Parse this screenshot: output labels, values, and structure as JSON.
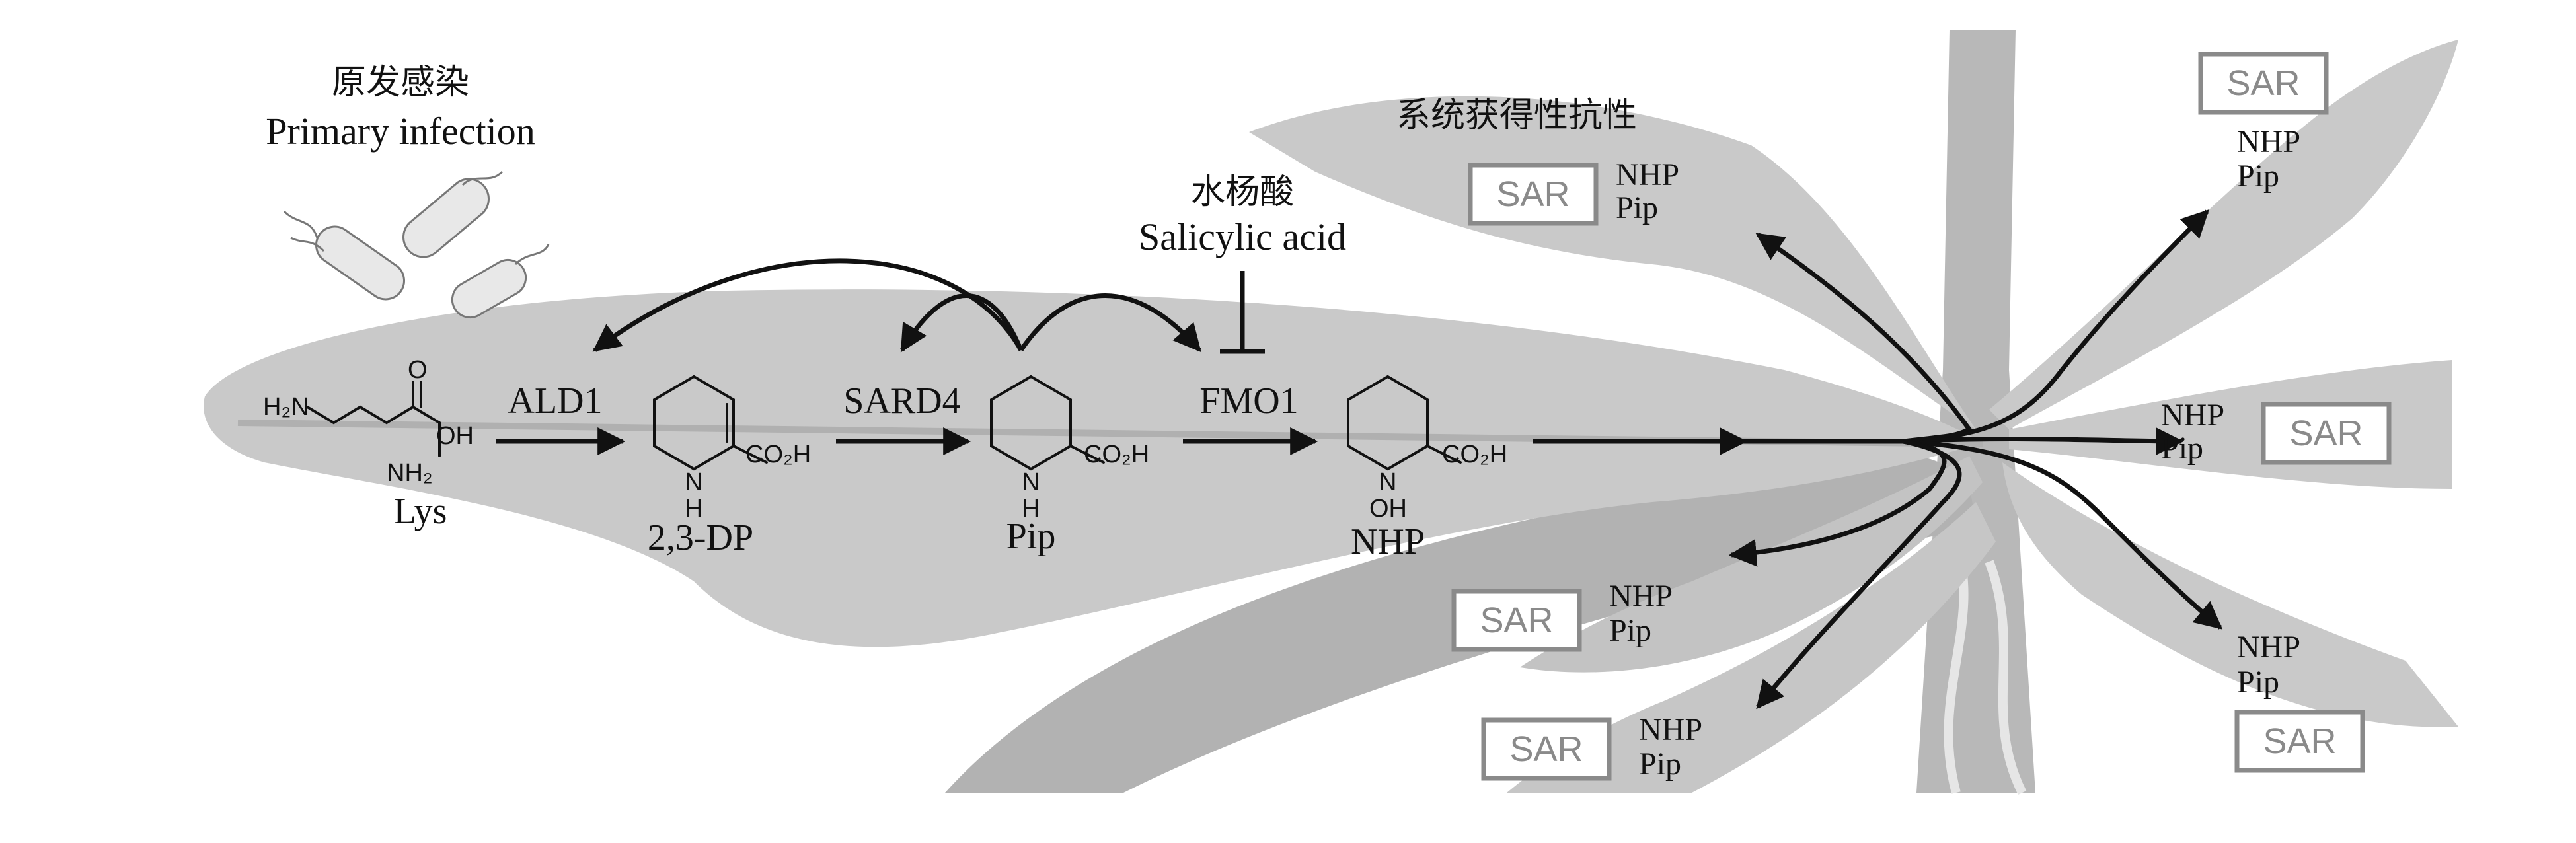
{
  "primary_infection": {
    "zh": "原发感染",
    "en": "Primary infection"
  },
  "sar_heading": {
    "zh": "系统获得性抗性"
  },
  "salicylic_acid": {
    "zh": "水杨酸",
    "en": "Salicylic acid"
  },
  "enzymes": {
    "ald1": "ALD1",
    "sard4": "SARD4",
    "fmo1": "FMO1"
  },
  "compounds": {
    "lys": "Lys",
    "dp": "2,3-DP",
    "pip": "Pip",
    "nhp": "NHP"
  },
  "atoms": {
    "h2n": "H₂N",
    "nh2": "NH₂",
    "oh": "OH",
    "o": "O",
    "co2h": "CO₂H",
    "n": "N",
    "h": "H"
  },
  "sar_label": "SAR",
  "leaves": [
    {
      "box": "SAR",
      "nhp": "NHP",
      "pip": "Pip"
    },
    {
      "box": "SAR",
      "nhp": "NHP",
      "pip": "Pip"
    },
    {
      "box": "SAR",
      "nhp": "NHP",
      "pip": "Pip"
    },
    {
      "box": "SAR",
      "nhp": "NHP",
      "pip": "Pip"
    },
    {
      "box": "SAR",
      "nhp": "NHP",
      "pip": "Pip"
    },
    {
      "box": "SAR",
      "nhp": "NHP",
      "pip": "Pip"
    }
  ],
  "colors": {
    "leaf": "#c9c9c9",
    "leaf_dark": "#b5b5b5",
    "vein": "#a9a9a9",
    "sar_border": "#8a8a8a",
    "ink": "#111111"
  }
}
